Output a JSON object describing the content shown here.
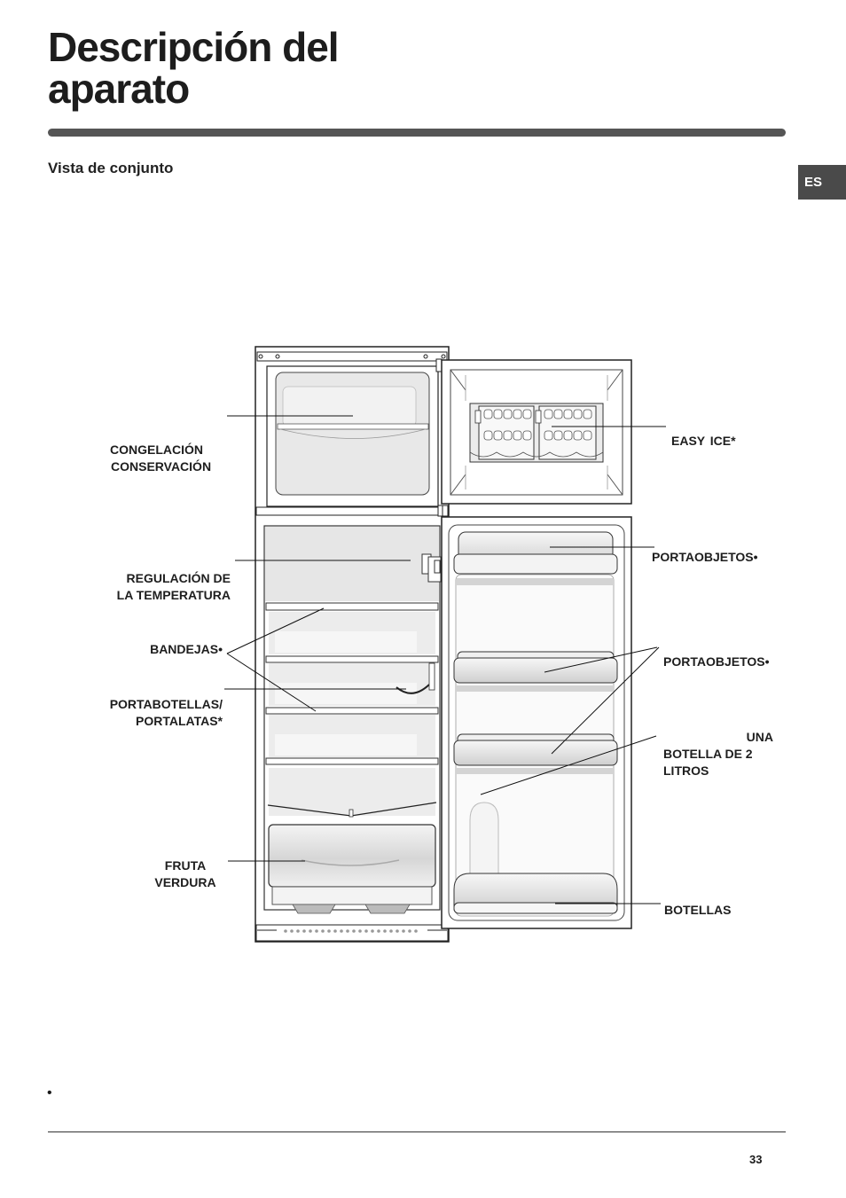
{
  "page": {
    "title_line1": "Descripción del",
    "title_line2": "aparato",
    "subtitle": "Vista de conjunto",
    "lang_tab": "ES",
    "bullet": "•",
    "page_number": "33"
  },
  "labels": {
    "congelacion": "CONGELACIÓN",
    "conservacion": "CONSERVACIÓN",
    "regulacion_1": "REGULACIÓN DE",
    "regulacion_2": "LA TEMPERATURA",
    "bandejas": "BANDEJAS•",
    "portabotellas_1": "PORTABOTELLAS/",
    "portabotellas_2": "PORTALATAS*",
    "fruta": "FRUTA",
    "verdura": "VERDURA",
    "easy_ice": "EASY ICE*",
    "portaobjetos_1": "PORTAOBJETOS•",
    "portaobjetos_2": "PORTAOBJETOS•",
    "una": "UNA",
    "botella_de_2": "BOTELLA DE 2",
    "litros": "LITROS",
    "botellas": "BOTELLAS"
  },
  "colors": {
    "title_rule": "#555555",
    "lang_tab_bg": "#4a4a4a",
    "appliance_line": "#222222",
    "interior_fill": "#e6e6e6"
  },
  "icons": {
    "fridge": "refrigerator-diagram"
  }
}
